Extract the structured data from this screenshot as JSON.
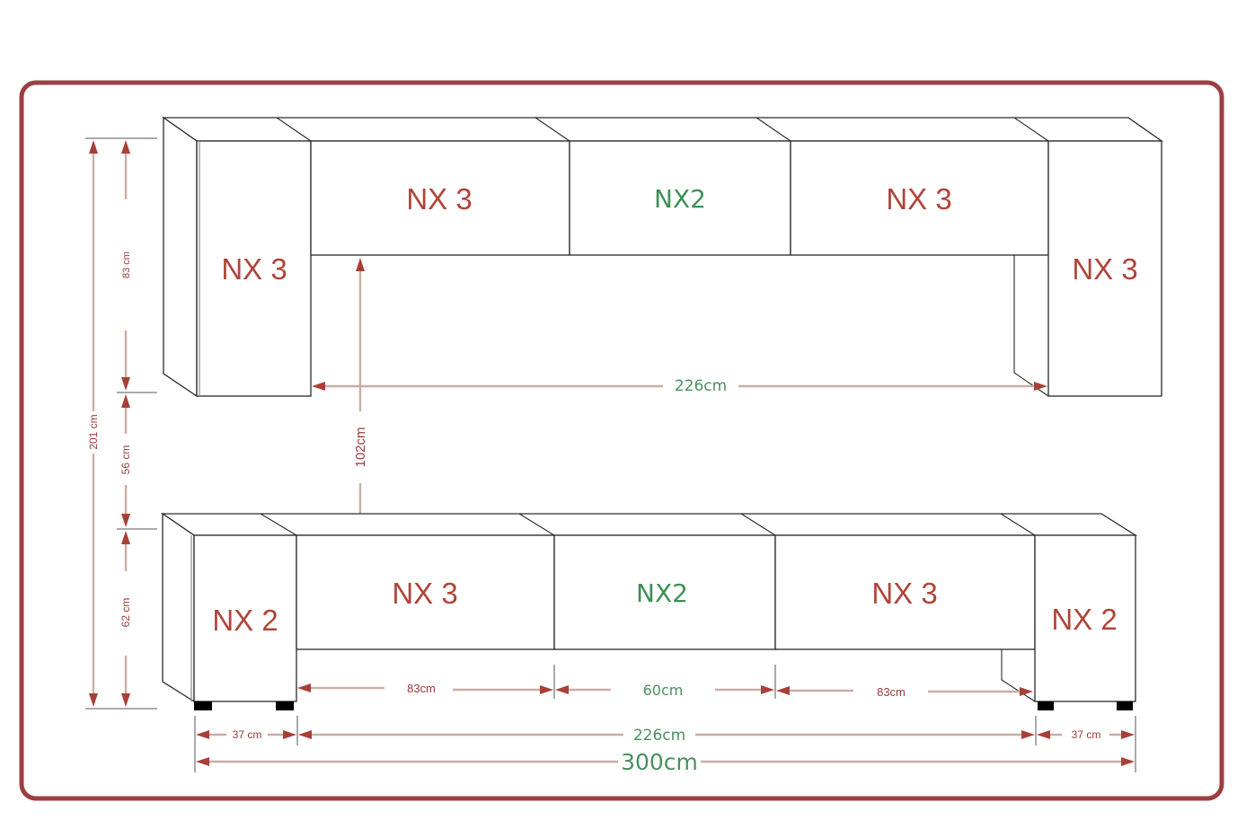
{
  "diagram": {
    "colors": {
      "frame": "#9b3f42",
      "module_label": "#b0443a",
      "module_label_alt": "#3d9055",
      "dimension_line": "#c9aea4",
      "arrow": "#a84038"
    },
    "upper_unit": {
      "modules": [
        {
          "id": "upper-left-tall",
          "label": "NX 3"
        },
        {
          "id": "upper-hanging-1",
          "label": "NX 3"
        },
        {
          "id": "upper-hanging-2",
          "label": "NX2"
        },
        {
          "id": "upper-hanging-3",
          "label": "NX 3"
        },
        {
          "id": "upper-right-tall",
          "label": "NX 3"
        }
      ],
      "inner_width": "226cm",
      "gap_to_lower": "102cm"
    },
    "lower_unit": {
      "modules": [
        {
          "id": "lower-left-cabinet",
          "label": "NX 2"
        },
        {
          "id": "lower-drawer-1",
          "label": "NX 3"
        },
        {
          "id": "lower-drawer-2",
          "label": "NX2"
        },
        {
          "id": "lower-drawer-3",
          "label": "NX 3"
        },
        {
          "id": "lower-right-cabinet",
          "label": "NX 2"
        }
      ],
      "segment_widths": [
        "83cm",
        "60cm",
        "83cm"
      ],
      "side_widths": [
        "37 cm",
        "37 cm"
      ],
      "inner_width": "226cm",
      "total_width": "300cm"
    },
    "vertical_dims": {
      "total_height": "201 cm",
      "upper_height": "83 cm",
      "middle_gap": "56 cm",
      "lower_height": "62 cm"
    }
  }
}
